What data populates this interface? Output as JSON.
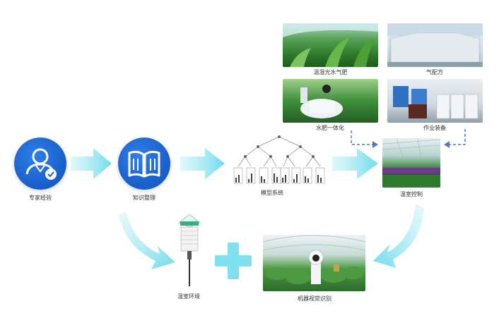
{
  "nodes": {
    "expert": {
      "label": "专家经验",
      "icon": "user-check-icon"
    },
    "knowledge": {
      "label": "知识整理",
      "icon": "open-book-icon"
    },
    "model": {
      "label": "模型系统",
      "icon": "tree-diagram-icon"
    },
    "control": {
      "label": "温室控制"
    },
    "env": {
      "label": "温室环境"
    },
    "vision": {
      "label": "机器视觉识别"
    }
  },
  "inputs": [
    {
      "label": "温湿光水气肥"
    },
    {
      "label": "气配方"
    },
    {
      "label": "水肥一体化"
    },
    {
      "label": "作业装备"
    }
  ],
  "colors": {
    "primary_blue": "#1a62d6",
    "arrow_cyan": "#7fe0ee",
    "dashed_arrow": "#4a78c8",
    "plus": "#7fe0ee"
  }
}
